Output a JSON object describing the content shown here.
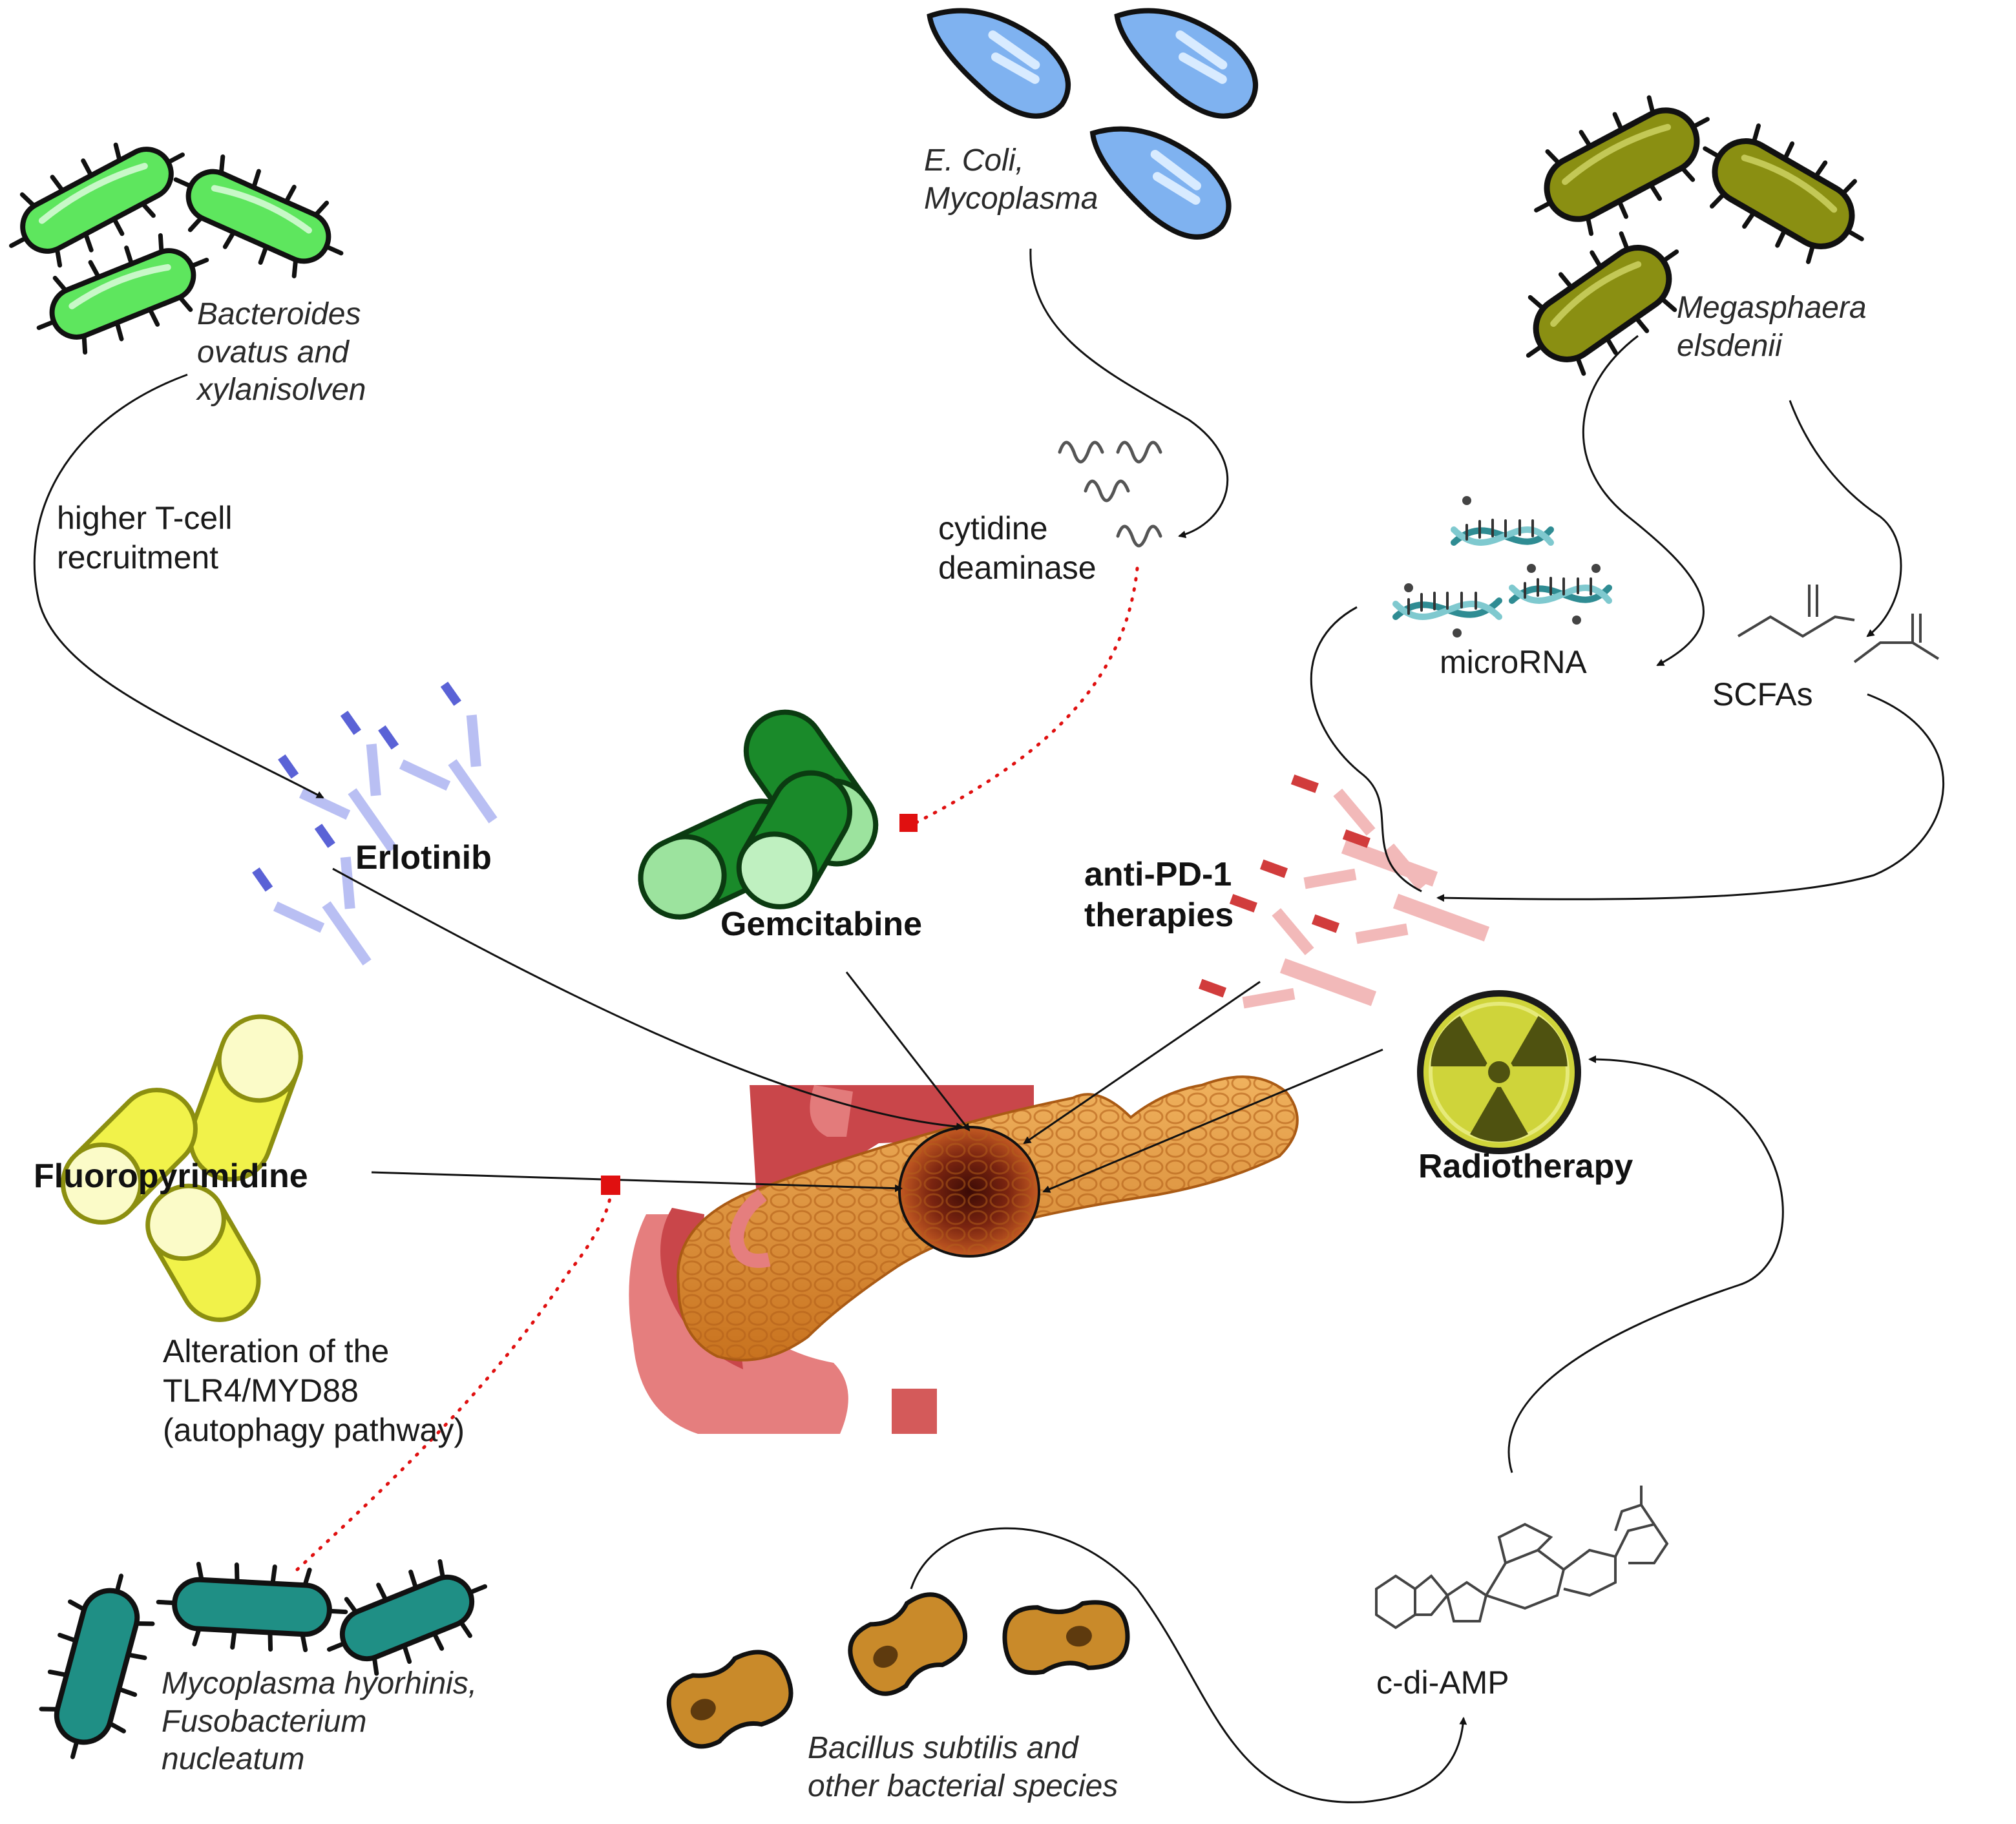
{
  "labels": {
    "bacteroides": [
      "Bacteroides",
      "ovatus and",
      "xylanisolven"
    ],
    "tcell": [
      "higher T-cell",
      "recruitment"
    ],
    "ecoli": [
      "E. Coli,",
      "Mycoplasma"
    ],
    "cytidine": [
      "cytidine",
      "deaminase"
    ],
    "megasphaera": [
      "Megasphaera",
      "elsdenii"
    ],
    "microrna": "microRNA",
    "scfas": "SCFAs",
    "erlotinib": "Erlotinib",
    "gemcitabine": "Gemcitabine",
    "antipd1": [
      "anti-PD-1",
      "therapies"
    ],
    "radiotherapy": "Radiotherapy",
    "fluoropyrimidine": "Fluoropyrimidine",
    "tlr4": [
      "Alteration of the",
      "TLR4/MYD88",
      "(autophagy pathway)"
    ],
    "mycoplasma_hyo": [
      "Mycoplasma hyorhinis,",
      "Fusobacterium",
      "nucleatum"
    ],
    "cdiamp": "c-di-AMP",
    "bacillus": [
      "Bacillus subtilis and",
      "other bacterial species"
    ]
  },
  "colors": {
    "bacteroides_green": "#5ee65e",
    "ecoli_blue": "#7fb2f0",
    "megasphaera_olive": "#8a8f12",
    "fuso_teal": "#1f8f85",
    "bacillus_ochre": "#c98a2a",
    "antibody_blue": "#b9bff3",
    "antibody_red": "#f2b9b9",
    "gemcitabine_green": "#1a8a2a",
    "fluoro_yellow": "#f1f24a",
    "radiation_yellow": "#cfd43a",
    "inhibition_red": "#e01010",
    "dna_teal": "#2f8c93"
  }
}
